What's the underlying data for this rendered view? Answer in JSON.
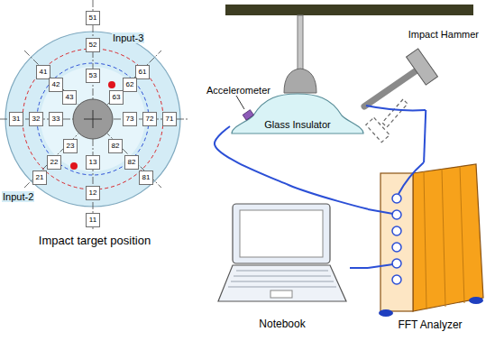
{
  "diagram": {
    "nodes": [
      {
        "text": [
          "Impact target position"
        ]
      },
      {
        "text": [
          "51"
        ],
        "in": 0
      },
      {
        "text": [
          "52"
        ],
        "in": 0
      },
      {
        "text": [
          "41"
        ],
        "in": 0
      },
      {
        "text": [
          "61"
        ],
        "in": 0
      },
      {
        "text": [
          "53"
        ],
        "in": 0
      },
      {
        "text": [
          "42"
        ],
        "in": 0
      },
      {
        "text": [
          "62"
        ],
        "in": 0
      },
      {
        "text": [
          "43"
        ],
        "in": 0
      },
      {
        "text": [
          "63"
        ],
        "in": 0
      },
      {
        "text": [
          "31"
        ],
        "in": 0
      },
      {
        "text": [
          "32"
        ],
        "in": 0
      },
      {
        "text": [
          "33"
        ],
        "in": 0
      },
      {
        "text": [
          "73"
        ],
        "in": 0
      },
      {
        "text": [
          "72"
        ],
        "in": 0
      },
      {
        "text": [
          "71"
        ],
        "in": 0
      },
      {
        "text": [
          "23"
        ],
        "in": 0
      },
      {
        "text": [
          "82"
        ],
        "in": 0
      },
      {
        "text": [
          "22"
        ],
        "in": 0
      },
      {
        "text": [
          "82"
        ],
        "in": 0
      },
      {
        "text": [
          "13"
        ],
        "in": 0
      },
      {
        "text": [
          "21"
        ],
        "in": 0
      },
      {
        "text": [
          "81"
        ],
        "in": 0
      },
      {
        "text": [
          "12"
        ],
        "in": 0
      },
      {
        "text": [
          "11"
        ],
        "in": 0
      },
      {
        "text": [
          "Glass Insulator"
        ]
      },
      {
        "text": [
          "Impact Hammer"
        ]
      },
      {
        "text": [
          "Notebook"
        ]
      },
      {
        "text": [
          "FFT Analyzer"
        ]
      }
    ],
    "edges": [
      {
        "from": 25,
        "to": 28,
        "arrow": "none"
      },
      {
        "from": 26,
        "to": 28,
        "arrow": "none"
      },
      {
        "from": 27,
        "to": 28,
        "arrow": "none"
      }
    ],
    "labels": [
      "Input-2",
      "Input-3",
      "Accelerometer"
    ]
  }
}
